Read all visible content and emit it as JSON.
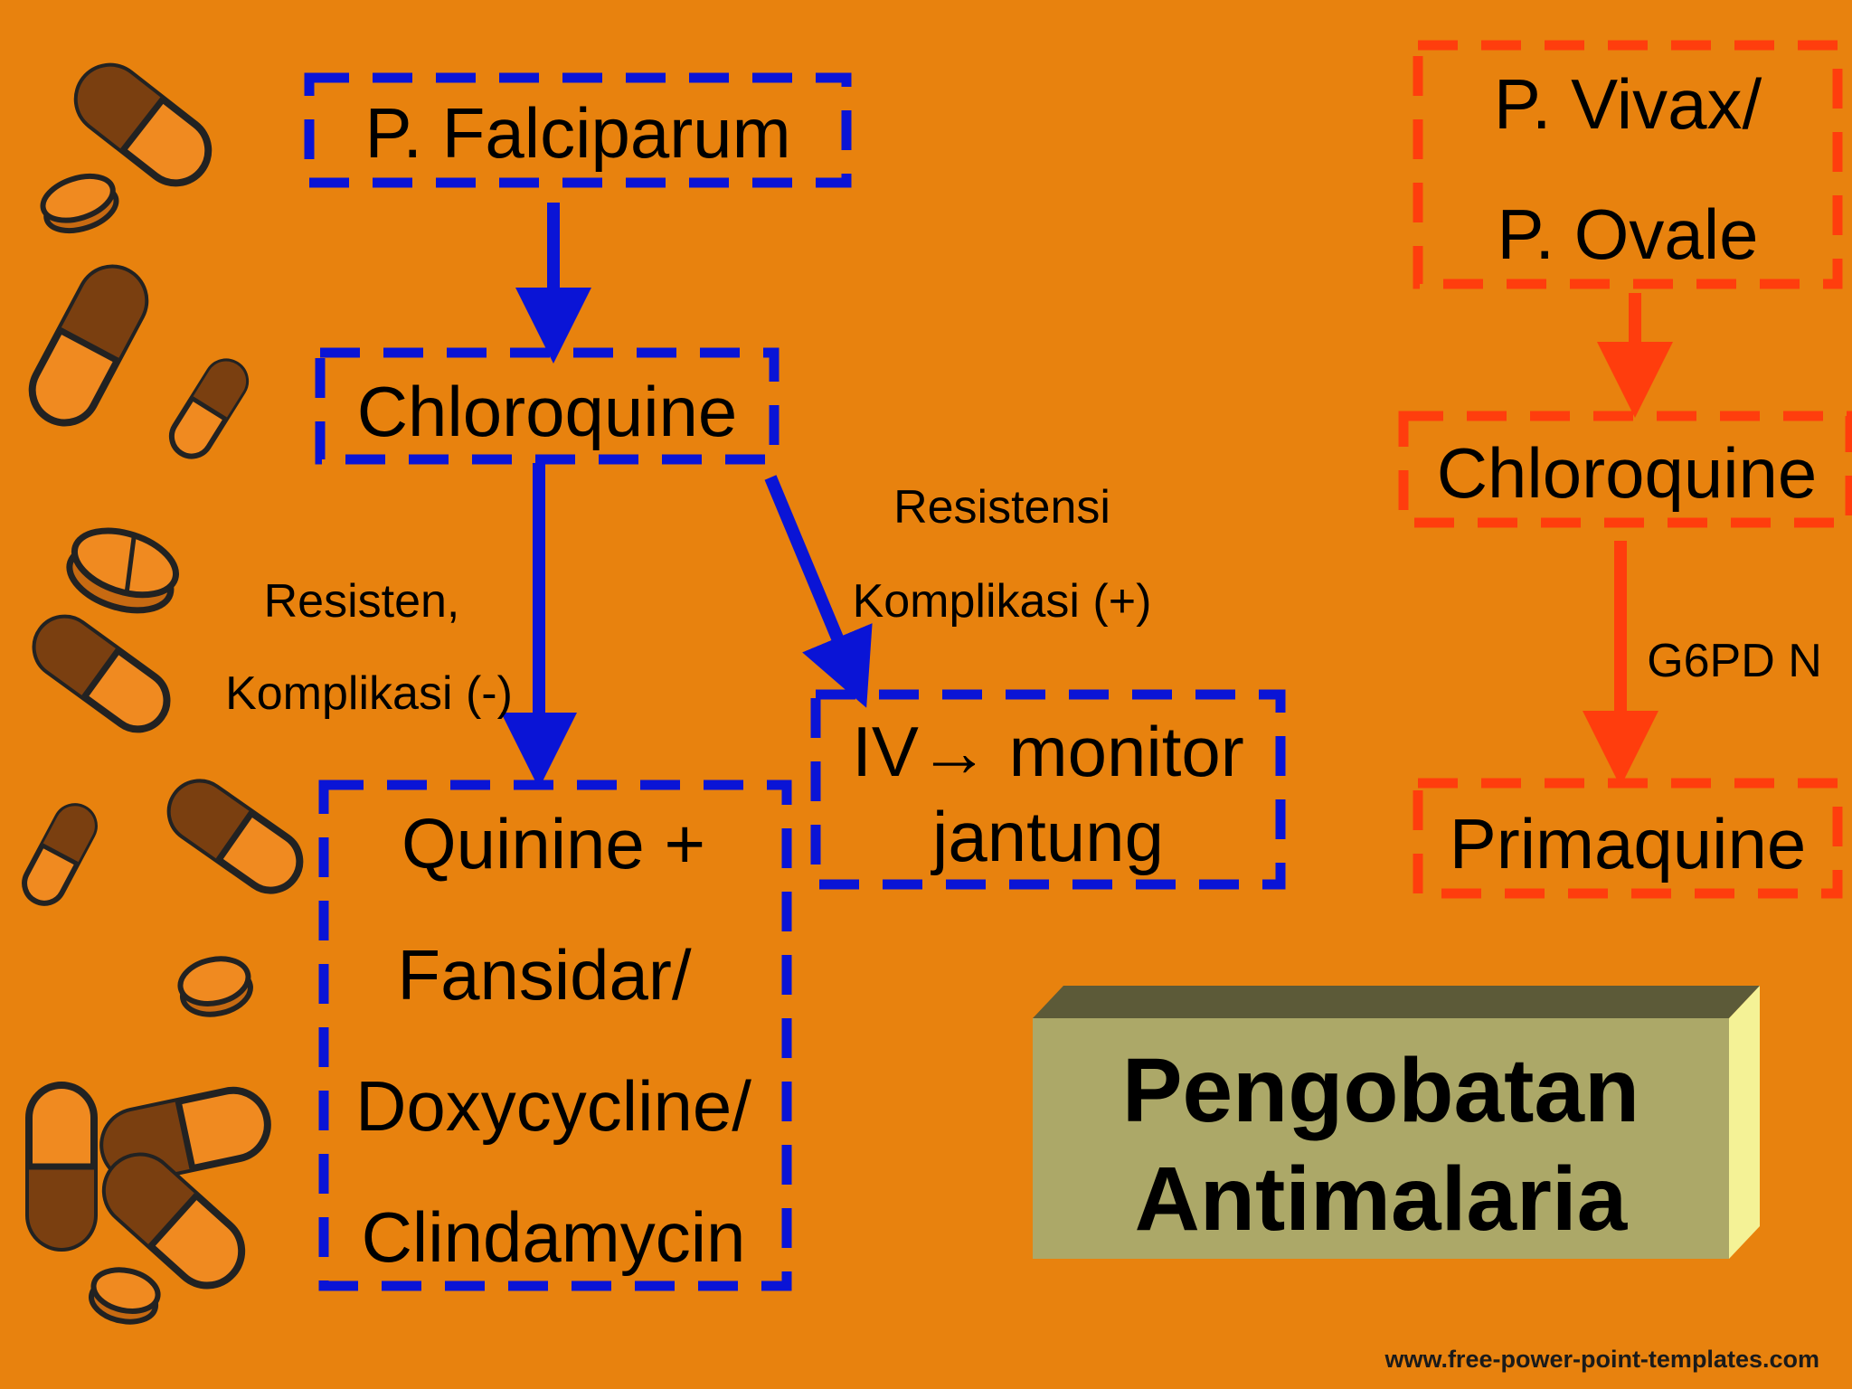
{
  "colors": {
    "background": "#e8820e",
    "left_flow": "#0a14d6",
    "right_flow": "#ff3d0d",
    "title_box": "#aca868",
    "title_box_top": "#5c5a38",
    "title_box_side": "#f4f296",
    "pill_body": "#7a3f10",
    "pill_cap": "#f08a20"
  },
  "left_flow": {
    "start": "P. Falciparum",
    "first_line": "Chloroquine",
    "oral_branch": {
      "condition_line1": "Resisten,",
      "condition_line2": "Komplikasi (-)",
      "drugs": [
        "Quinine +",
        "Fansidar/",
        "Doxycycline/",
        "Clindamycin"
      ]
    },
    "iv_branch": {
      "condition_line1": "Resistensi",
      "condition_line2": "Komplikasi (+)",
      "therapy_line1": "IV→ monitor",
      "therapy_line2": "jantung"
    }
  },
  "right_flow": {
    "start_line1": "P. Vivax/",
    "start_line2": "P. Ovale",
    "first_line": "Chloroquine",
    "condition": "G6PD N",
    "second_line": "Primaquine"
  },
  "title": {
    "line1": "Pengobatan",
    "line2": "Antimalaria"
  },
  "decoration": {
    "icon": "pill-capsule-icon"
  },
  "footer": "www.free-power-point-templates.com"
}
